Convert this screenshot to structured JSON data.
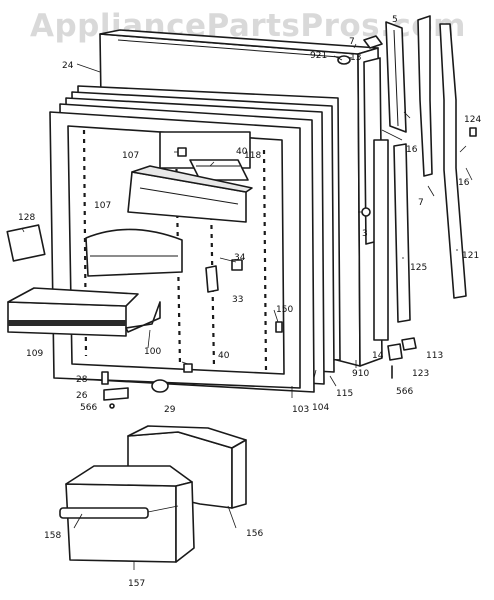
{
  "watermark": "AppliancePartsPros.com",
  "part_labels": {
    "p5": "5",
    "p7a": "7",
    "p7b": "7",
    "p13": "13",
    "p16a": "16",
    "p16b": "16",
    "p24": "24",
    "p921": "921",
    "p124": "124",
    "p107a": "107",
    "p107b": "107",
    "p118": "118",
    "p40a": "40",
    "p40b": "40",
    "p128": "128",
    "p3": "3",
    "p34": "34",
    "p33": "33",
    "p125": "125",
    "p121": "121",
    "p150": "150",
    "p100": "100",
    "p109": "109",
    "p14": "14",
    "p113": "113",
    "p123": "123",
    "p910": "910",
    "p566a": "566",
    "p566b": "566",
    "p115": "115",
    "p104": "104",
    "p103": "103",
    "p28": "28",
    "p26": "26",
    "p29": "29",
    "p158": "158",
    "p156": "156",
    "p157": "157"
  }
}
